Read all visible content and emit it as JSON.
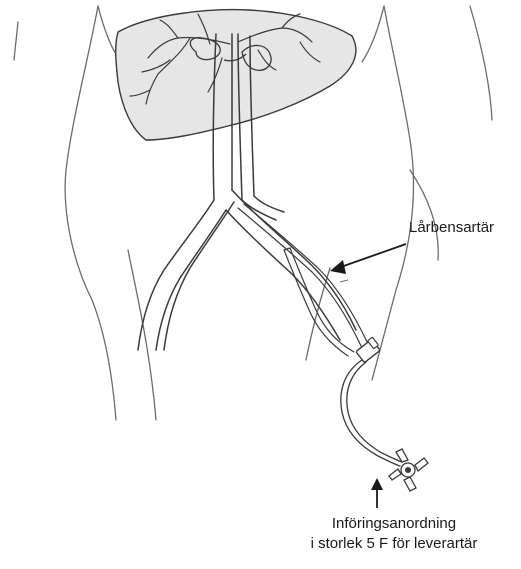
{
  "labels": {
    "femoral_artery": "Lårbensartär",
    "introducer_line1": "Införingsanordning",
    "introducer_line2": "i storlek 5 F för leverartär"
  },
  "colors": {
    "outline": "#3a3a3a",
    "body_outline": "#6b6b6b",
    "liver_fill": "#e6e6e6",
    "arrow": "#1a1a1a",
    "text": "#1a1a1a"
  },
  "icons": {
    "stopcock": "three-way-stopcock-icon",
    "hub": "sheath-hub-icon"
  }
}
